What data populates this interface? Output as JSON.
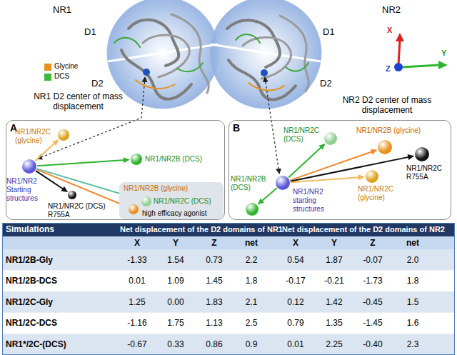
{
  "diagram": {
    "nodes": [
      {
        "text": [
          "A"
        ]
      },
      {
        "text": [
          "NR1/NR2 Starting structures"
        ],
        "in": 0
      },
      {
        "text": [
          "NR1/NR2C (glycine)"
        ],
        "in": 0
      },
      {
        "text": [
          "NR1/NR2B (DCS)"
        ],
        "in": 0
      },
      {
        "text": [
          "NR1/NR2C (DCS) R755A"
        ],
        "in": 0
      },
      {
        "text": [
          "high efficacy agonist"
        ],
        "in": 0
      },
      {
        "text": [
          "NR1/NR2B (glycine)"
        ],
        "in": 5
      },
      {
        "text": [
          "NR1/NR2C (DCS)"
        ],
        "in": 5
      },
      {
        "text": [
          "B"
        ]
      },
      {
        "text": [
          "NR1/NR2 starting structures"
        ],
        "in": 8
      },
      {
        "text": [
          "NR1/NR2C (DCS)"
        ],
        "in": 8
      },
      {
        "text": [
          "NR1/NR2B (glycine)"
        ],
        "in": 8
      },
      {
        "text": [
          "NR1/NR2C R755A"
        ],
        "in": 8
      },
      {
        "text": [
          "NR1/NR2C (glycine)"
        ],
        "in": 8
      },
      {
        "text": [
          "NR1/NR2B (DCS)"
        ],
        "in": 8
      }
    ],
    "edges": [
      {
        "from": 1,
        "to": 2,
        "arrow": "to"
      },
      {
        "from": 1,
        "to": 3,
        "arrow": "to"
      },
      {
        "from": 1,
        "to": 4,
        "arrow": "to"
      },
      {
        "from": 1,
        "to": 6,
        "arrow": "to"
      },
      {
        "from": 1,
        "to": 7,
        "arrow": "to"
      },
      {
        "from": 9,
        "to": 10,
        "arrow": "to"
      },
      {
        "from": 9,
        "to": 11,
        "arrow": "to"
      },
      {
        "from": 9,
        "to": 12,
        "arrow": "to"
      },
      {
        "from": 9,
        "to": 13,
        "arrow": "to"
      },
      {
        "from": 9,
        "to": 14,
        "arrow": "to"
      }
    ],
    "labels": [
      "NR1",
      "NR2",
      "D1",
      "D2",
      "D1",
      "D2",
      "X",
      "Y",
      "Z",
      "NR1 D2 center of mass displacement",
      "NR2 D2 center of mass displacement",
      "Simulations",
      "Net displacement of the D2 domains of NR1",
      "Net displacement of the D2 domains of NR2",
      "X",
      "Y",
      "Z",
      "net",
      "X",
      "Y",
      "Z",
      "net",
      "NR1/2B-Gly",
      "-1.33",
      "1.54",
      "0.73",
      "2.2",
      "0.54",
      "1.87",
      "-0.07",
      "2.0",
      "NR1/2B-DCS",
      "0.01",
      "1.09",
      "1.45",
      "1.8",
      "-0.17",
      "-0.21",
      "-1.73",
      "1.8",
      "NR1/2C-Gly",
      "1.25",
      "0.00",
      "1.83",
      "2.1",
      "0.12",
      "1.42",
      "-0.45",
      "1.5",
      "NR1/2C-DCS",
      "-1.16",
      "1.75",
      "1.13",
      "2.5",
      "0.79",
      "1.35",
      "-1.45",
      "1.6",
      "NR1*/2C-(DCS)",
      "-0.67",
      "0.33",
      "0.86",
      "0.9",
      "0.01",
      "2.25",
      "-0.40",
      "2.3"
    ],
    "legend": [
      {
        "text": "Glycine",
        "color": "#e8901c"
      },
      {
        "text": "DCS",
        "color": "#3cb83c"
      }
    ]
  }
}
